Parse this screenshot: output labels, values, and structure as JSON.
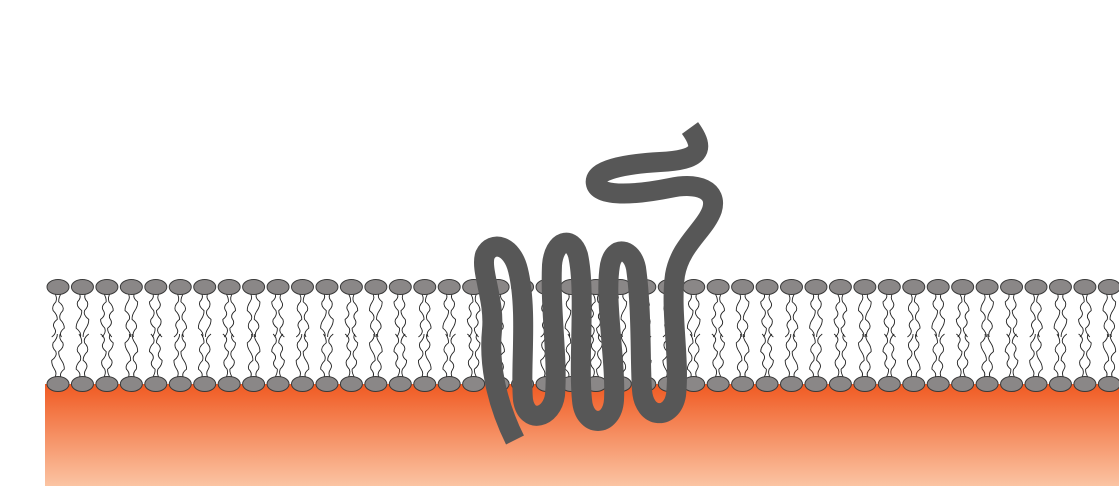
{
  "diagram": {
    "kind": "membrane-protein-illustration",
    "colors": {
      "background": "#ffffff",
      "cytoplasm_top": "#f05a22",
      "cytoplasm_bottom": "#fbc4a3",
      "lipid_head": "#8a8787",
      "lipid_head_outline": "#3a3a3a",
      "lipid_tail": "#222222",
      "protein": "#575757"
    },
    "membrane": {
      "lipid_pairs_per_leaflet": 44
    },
    "protein": {
      "transmembrane_segments": 7,
      "description_icon": "serpentine-receptor-icon"
    }
  }
}
